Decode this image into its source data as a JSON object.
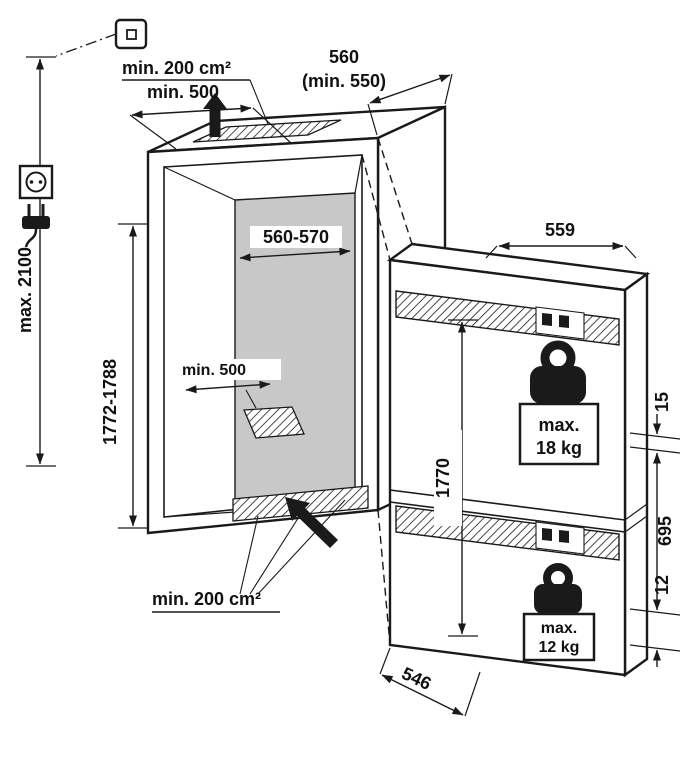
{
  "diagram": {
    "kind": "built-in refrigerator niche installation drawing",
    "niche": {
      "vent_top": "min. 200 cm²",
      "vent_width_min": "min. 500",
      "depth": "560",
      "depth_min": "(min. 550)",
      "inner_width": "560-570",
      "inner_height": "1772-1788",
      "base_vent_depth_min": "min. 500",
      "vent_bottom": "min. 200 cm²",
      "total_height_max": "max. 2100"
    },
    "appliance": {
      "width": "559",
      "height": "1770",
      "depth": "546",
      "upper_door": {
        "max_label": "max.",
        "weight": "18 kg"
      },
      "lower_door": {
        "max_label": "max.",
        "weight": "12 kg"
      },
      "gap_top": "15",
      "lower_front_height": "695",
      "gap_bottom": "12"
    },
    "icons": {
      "power-outlet-icon": "square with inner square (ceiling outlet box)",
      "wall-socket-icon": "square with circle and two pin holes",
      "power-plug-icon": "black plug with two prongs and cable",
      "airflow-up-arrow": "solid black arrow pointing up",
      "insertion-arrow": "solid black arrow pointing up-left",
      "weight-icon": "black kettlebell weight pictogram"
    },
    "colors": {
      "line": "#1a1a1a",
      "back_wall": "#c8c8c8",
      "background": "#ffffff"
    }
  }
}
